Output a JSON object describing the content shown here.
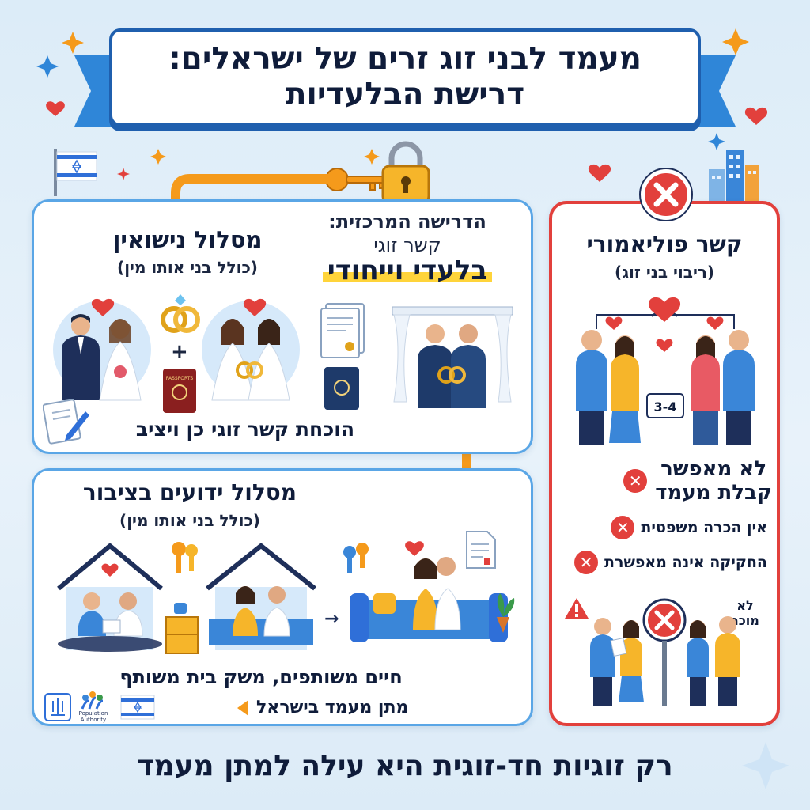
{
  "title": {
    "line1": "מעמד לבני זוג זרים של ישראלים:",
    "line2": "דרישת הבלעדיות"
  },
  "central_requirement": {
    "label": "הדרישה המרכזית:",
    "line2": "קשר זוגי",
    "highlight": "בלעדי וייחודי"
  },
  "marriage_track": {
    "heading": "מסלול נישואין",
    "subheading": "(כולל בני אותו מין)",
    "caption": "הוכחת קשר זוגי כן ויציב",
    "passport_label": "PASSPORTS"
  },
  "common_law_track": {
    "heading": "מסלול ידועים בציבור",
    "subheading": "(כולל בני אותו מין)",
    "caption": "חיים משותפים, משק בית משותף",
    "result": "מתן מעמד בישראל",
    "logo_label": "Population Authority"
  },
  "polyamory": {
    "heading": "קשר פוליאמורי",
    "subheading": "(ריבוי בני זוג)",
    "count_badge": "3-4",
    "status_line1": "לא מאפשר",
    "status_line2": "קבלת מעמד",
    "reasons": [
      "אין הכרה משפטית",
      "החקיקה אינה מאפשרת"
    ],
    "not_recognized": [
      "לא",
      "מוכר"
    ]
  },
  "footer": "רק זוגיות חד-זוגית היא עילה למתן מעמד",
  "colors": {
    "primary_blue": "#1f5fae",
    "accent_orange": "#f59a1b",
    "alert_red": "#e2403c",
    "highlight_yellow": "#ffd43a"
  },
  "icons": [
    "israel-flag-icon",
    "key-icon",
    "padlock-icon",
    "x-circle-icon",
    "heart-icon",
    "rings-icon",
    "passport-icon",
    "document-icon",
    "city-buildings-icon",
    "warning-icon",
    "sofa-icon",
    "house-icon"
  ]
}
